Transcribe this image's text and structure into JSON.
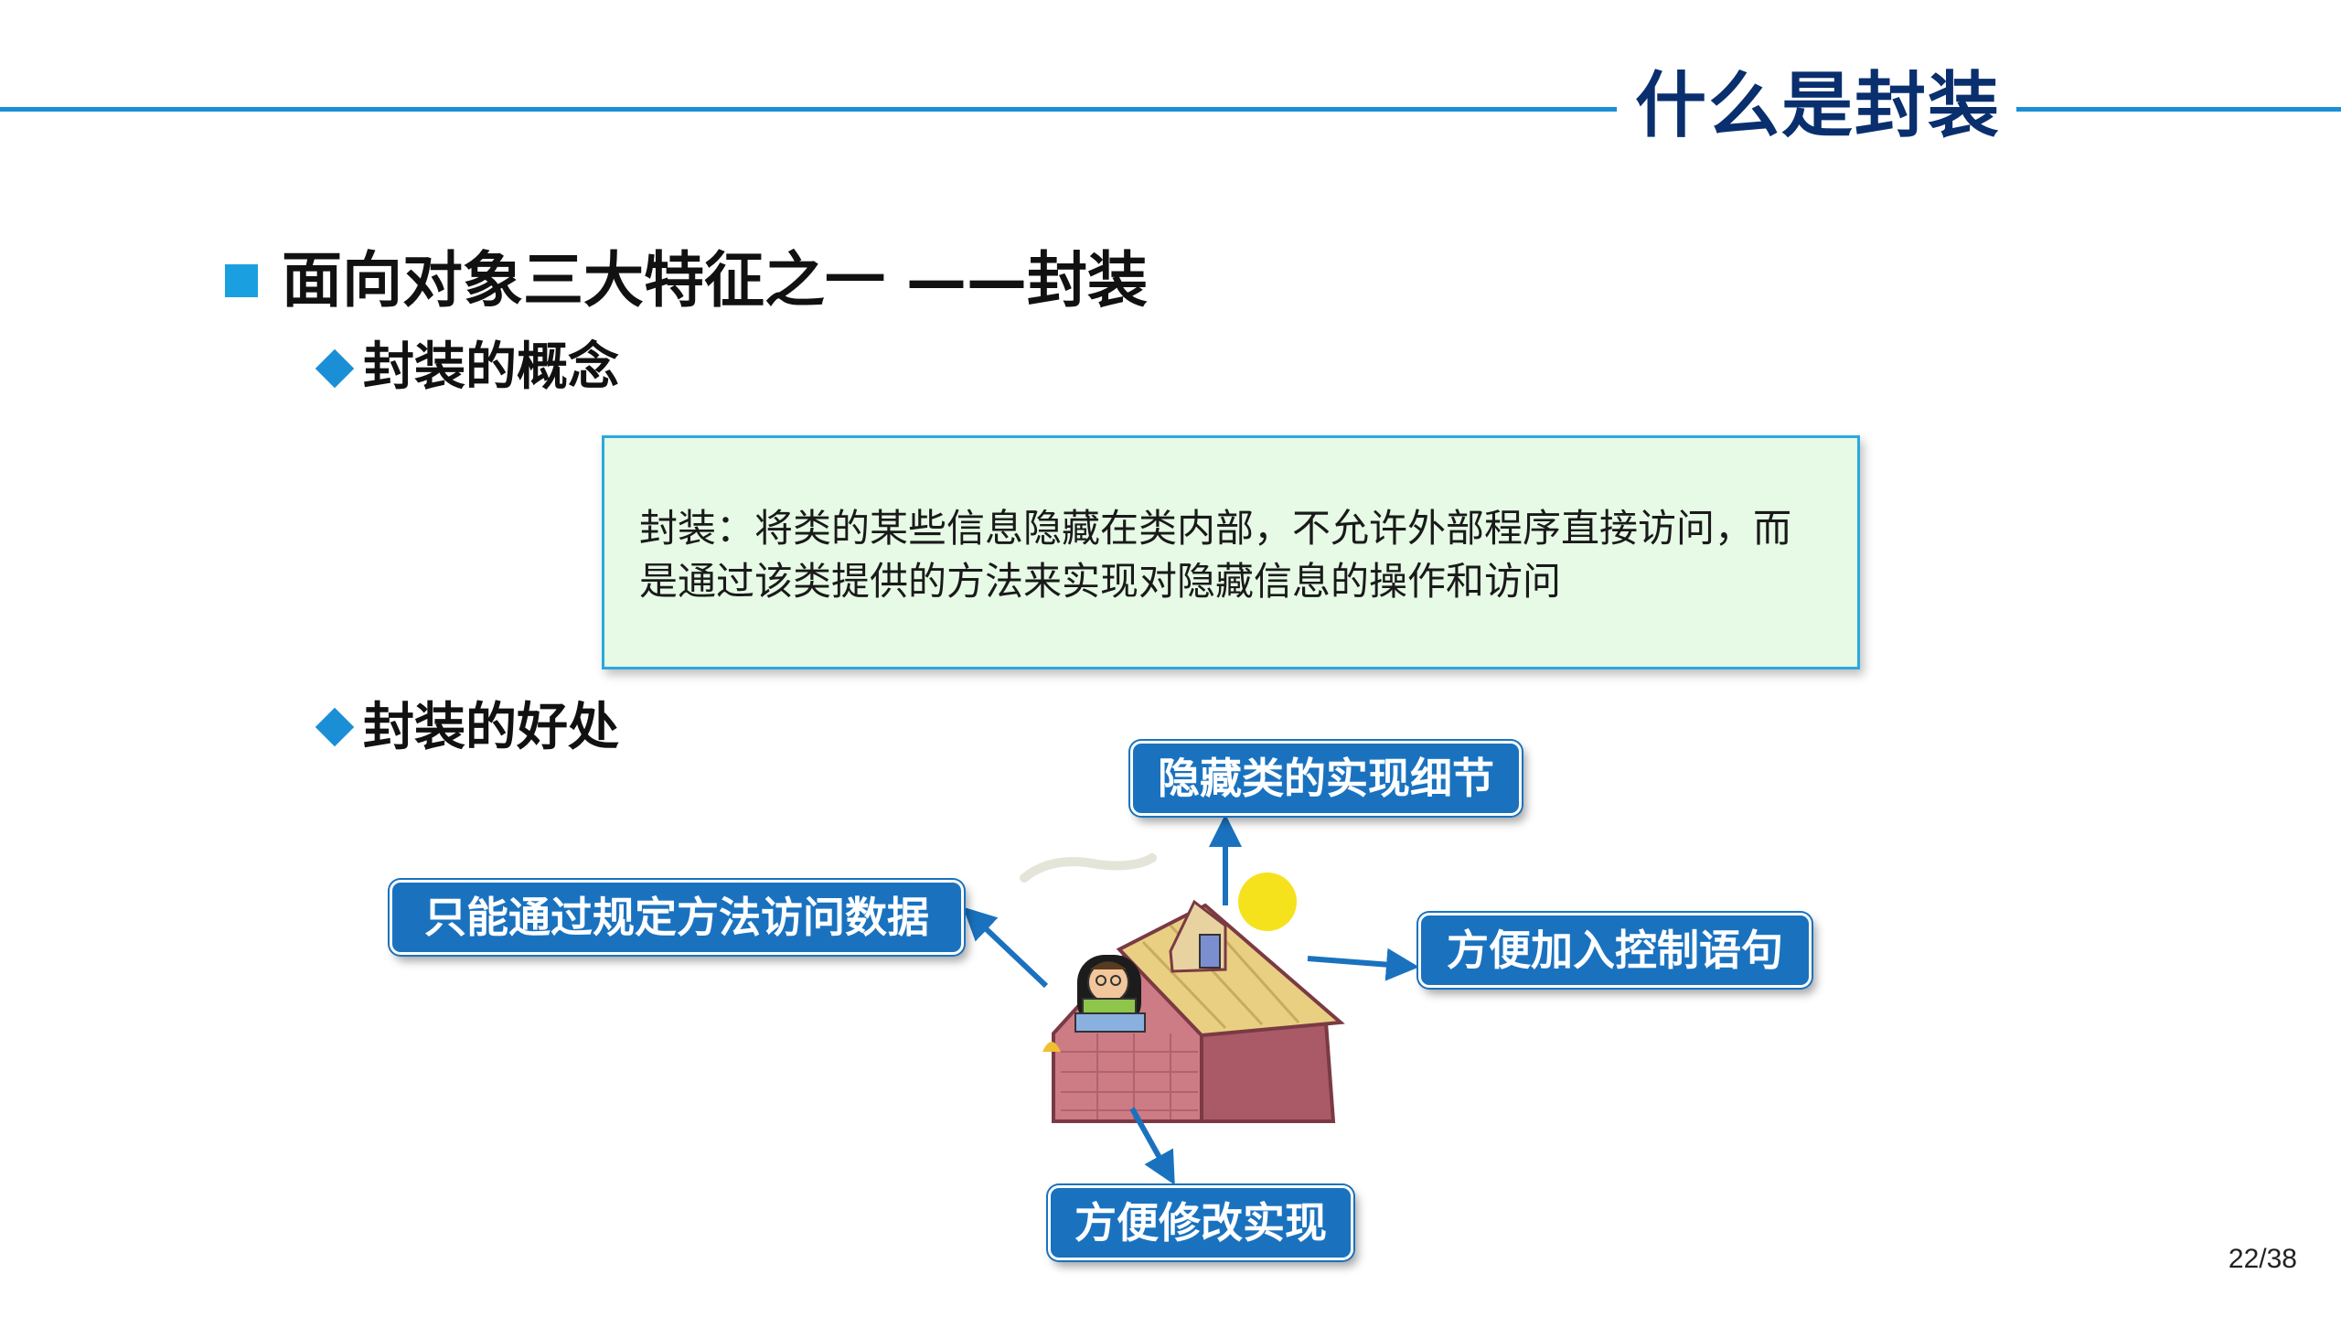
{
  "slide": {
    "title": "什么是封装",
    "main_heading": "面向对象三大特征之一 ——封装",
    "section1_heading": "封装的概念",
    "definition": "封装：将类的某些信息隐藏在类内部，不允许外部程序直接访问，而是通过该类提供的方法来实现对隐藏信息的操作和访问",
    "section2_heading": "封装的好处",
    "benefits": {
      "top": "隐藏类的实现细节",
      "left": "只能通过规定方法访问数据",
      "right": "方便加入控制语句",
      "bottom": "方便修改实现"
    },
    "page_number": "22/38"
  },
  "colors": {
    "accent_blue": "#1a8fd6",
    "title_navy": "#0a2f6e",
    "tag_blue": "#1a72bf",
    "definition_bg": "#e6fae6",
    "definition_border": "#2ba8de"
  },
  "icons": {
    "main_bullet": "square-bullet-icon",
    "sub_bullet": "diamond-bullet-icon",
    "illustration": "house-with-person-icon",
    "arrows": "arrow-icon"
  }
}
